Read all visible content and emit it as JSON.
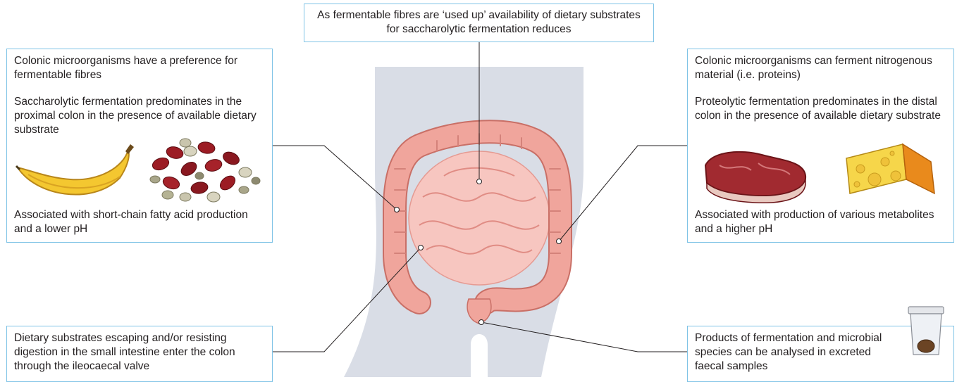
{
  "top_box": {
    "text": "As fermentable fibres are ‘used up’ availability of dietary substrates for saccharolytic fermentation reduces"
  },
  "left_box": {
    "line1": "Colonic microorganisms have a preference for fermentable fibres",
    "line2": "Saccharolytic fermentation predominates in the proximal colon in the presence of available dietary substrate",
    "line3": "Associated with short-chain fatty acid production and a lower pH",
    "icons": [
      "banana-icon",
      "beans-icon"
    ]
  },
  "right_box": {
    "line1": "Colonic microorganisms can ferment nitrogenous material (i.e. proteins)",
    "line2": "Proteolytic fermentation predominates in the distal colon in the presence of available dietary substrate",
    "line3": "Associated with production of various metabolites and a higher pH",
    "icons": [
      "steak-icon",
      "cheese-icon"
    ]
  },
  "bottom_left_box": {
    "text": "Dietary substrates escaping and/or resisting digestion in the small intestine enter the colon through the ileocaecal valve"
  },
  "bottom_right_box": {
    "text": "Products of fermentation and microbial species can be analysed in excreted faecal samples",
    "icon": "sample-jar-icon"
  },
  "colors": {
    "box_border": "#7fc3e6",
    "body_silhouette": "#d9dde6",
    "colon": "#f0a59c",
    "small_intestine": "#f7c6c0",
    "leader_line": "#231f20"
  }
}
